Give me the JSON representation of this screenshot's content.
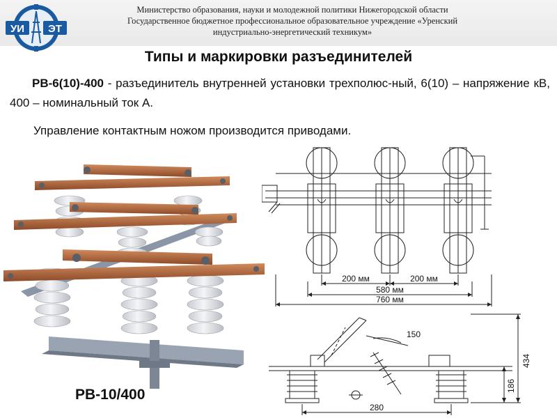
{
  "header": {
    "org_line1": "Министерство образования, науки и молодежной политики Нижегородской области",
    "org_line2": "Государственное бюджетное профессиональное образовательное учреждение «Уренский",
    "org_line3": "индустриально-энергетический техникум»",
    "logo_text_left": "УИ",
    "logo_text_right": "ЭТ"
  },
  "slide": {
    "title": "Типы и маркировки разъединителей",
    "para1_bold": "РВ-6(10)-400",
    "para1_rest": " - разъединитель внутренней установки трехполюс-ный, 6(10) – напряжение кВ, 400 – номинальный ток А.",
    "para2": "Управление контактным ножом производится приводами.",
    "photo_caption": "РВ-10/400"
  },
  "drawing_top": {
    "dim_200_left": "200 мм",
    "dim_200_right": "200 мм",
    "dim_580": "580 мм",
    "dim_760": "760 мм"
  },
  "drawing_bottom": {
    "dim_150": "150",
    "dim_434": "434",
    "dim_186": "186",
    "dim_280": "280"
  },
  "colors": {
    "header_bg": "#eeeeee",
    "copper": "#b5643a",
    "porcelain": "#e4e6ea",
    "frame": "#8a95a5"
  }
}
